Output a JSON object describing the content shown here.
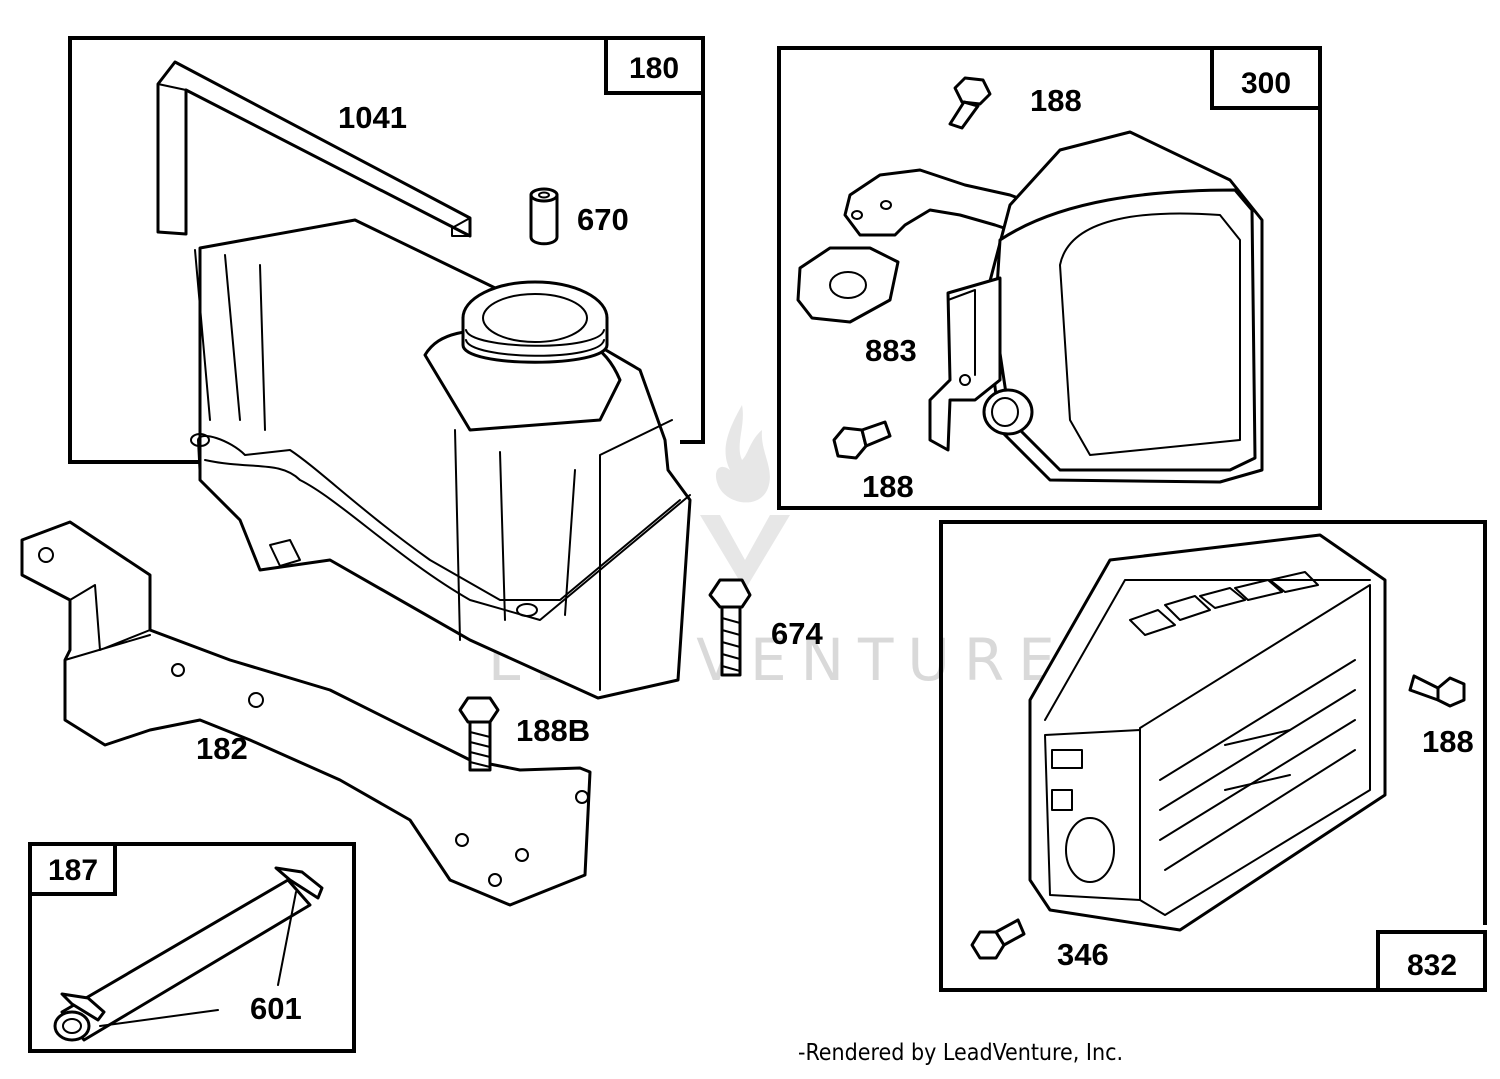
{
  "diagram": {
    "boxes": [
      {
        "id": "180",
        "tag": "180"
      },
      {
        "id": "300",
        "tag": "300"
      },
      {
        "id": "832",
        "tag": "832"
      },
      {
        "id": "187",
        "tag": "187"
      }
    ],
    "labels": {
      "p1041": "1041",
      "p670": "670",
      "p674": "674",
      "p188B": "188B",
      "p182": "182",
      "p601": "601",
      "p188_top": "188",
      "p883": "883",
      "p188_mid": "188",
      "p188_right": "188",
      "p346": "346"
    },
    "watermark": "LEADVENTURE",
    "colors": {
      "line": "#000000",
      "watermark": "#d9d9d9",
      "background": "#ffffff"
    }
  },
  "footer": {
    "text": "-Rendered by LeadVenture, Inc."
  }
}
